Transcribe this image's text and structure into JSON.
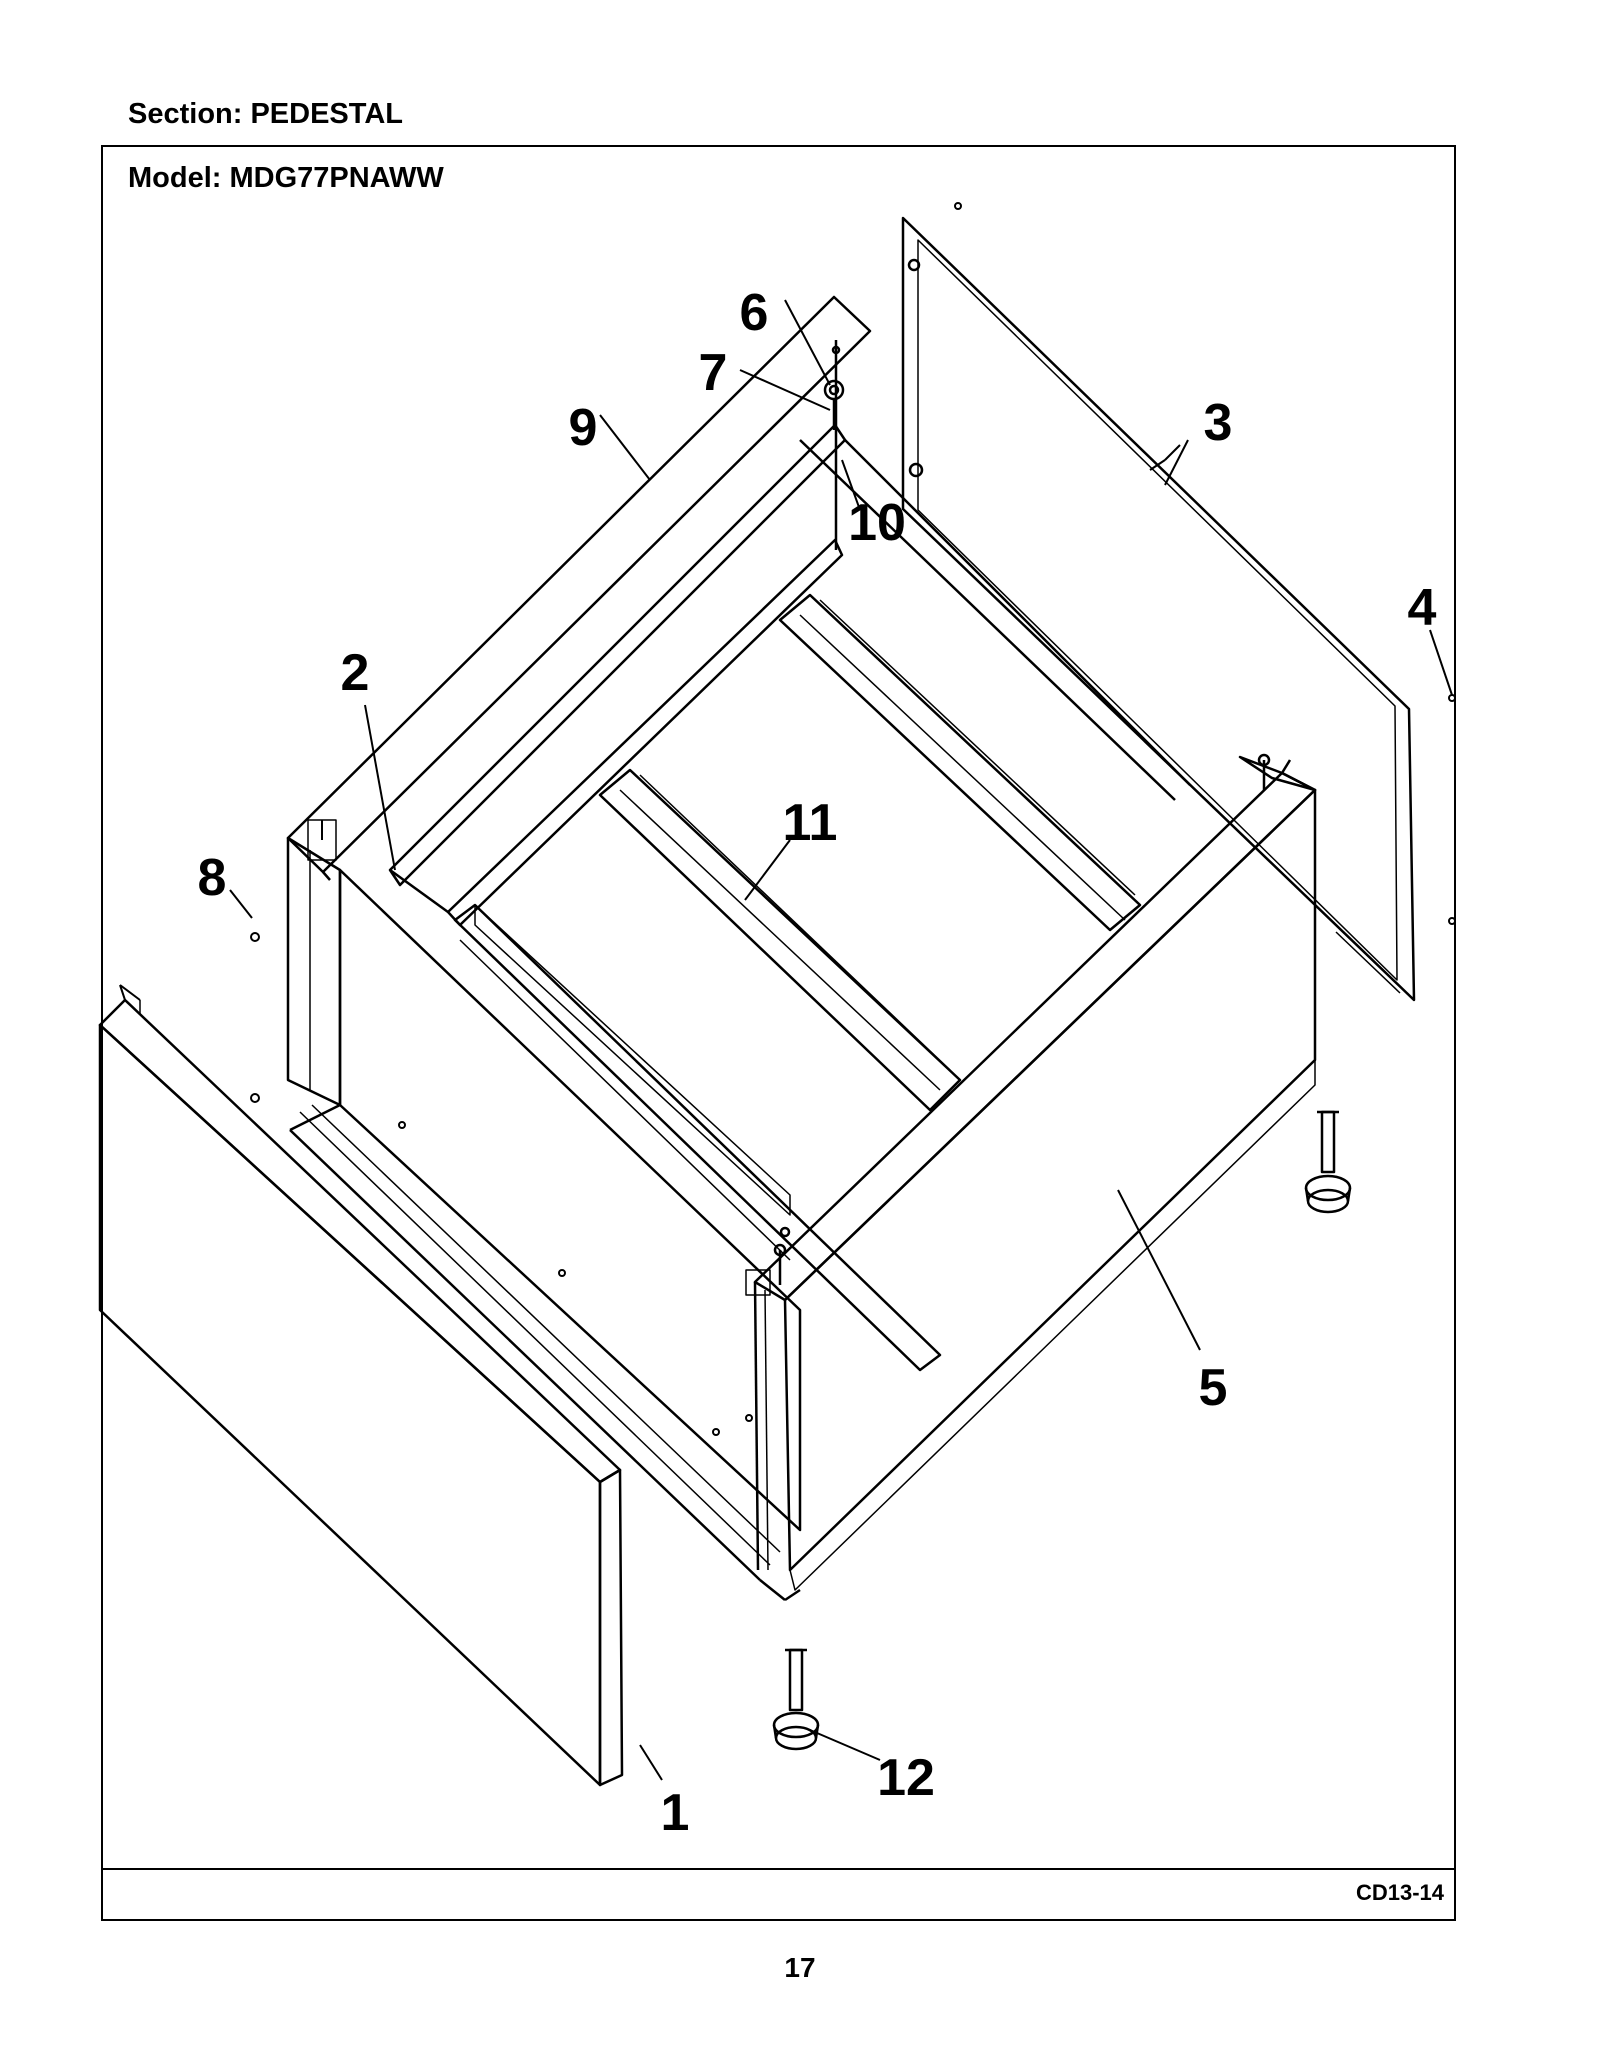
{
  "header": {
    "section": "Section:  PEDESTAL",
    "model": "Model:  MDG77PNAWW"
  },
  "figure_code": "CD13-14",
  "page_number": "17",
  "callouts": [
    "1",
    "2",
    "3",
    "4",
    "5",
    "6",
    "7",
    "8",
    "9",
    "10",
    "11",
    "12"
  ]
}
